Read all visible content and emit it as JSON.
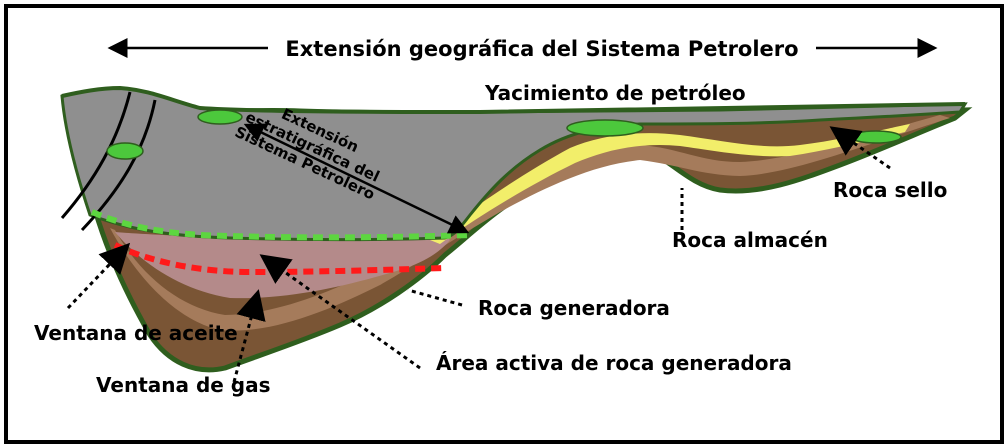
{
  "title": "Extensión geográfica del Sistema Petrolero",
  "labels": {
    "yacimiento": "Yacimiento de petróleo",
    "extension_line1": "Extensión",
    "extension_line2": "estratigráfica del",
    "extension_line3": "Sistema Petrolero",
    "roca_sello": "Roca sello",
    "roca_almacen": "Roca almacén",
    "roca_generadora": "Roca generadora",
    "ventana_aceite": "Ventana de aceite",
    "area_activa": "Área activa de roca generadora",
    "ventana_gas": "Ventana de gas"
  },
  "colors": {
    "gray_cover": "#8f8f8f",
    "brown": "#7a5535",
    "light_brown": "#a57b5b",
    "mauve": "#b48a8a",
    "yellow": "#f2ee6a",
    "green_outline": "#2f5e1e",
    "oil_green": "#4cc83c",
    "oil_window": "#5dd640",
    "gas_window": "#ff1a1a"
  }
}
